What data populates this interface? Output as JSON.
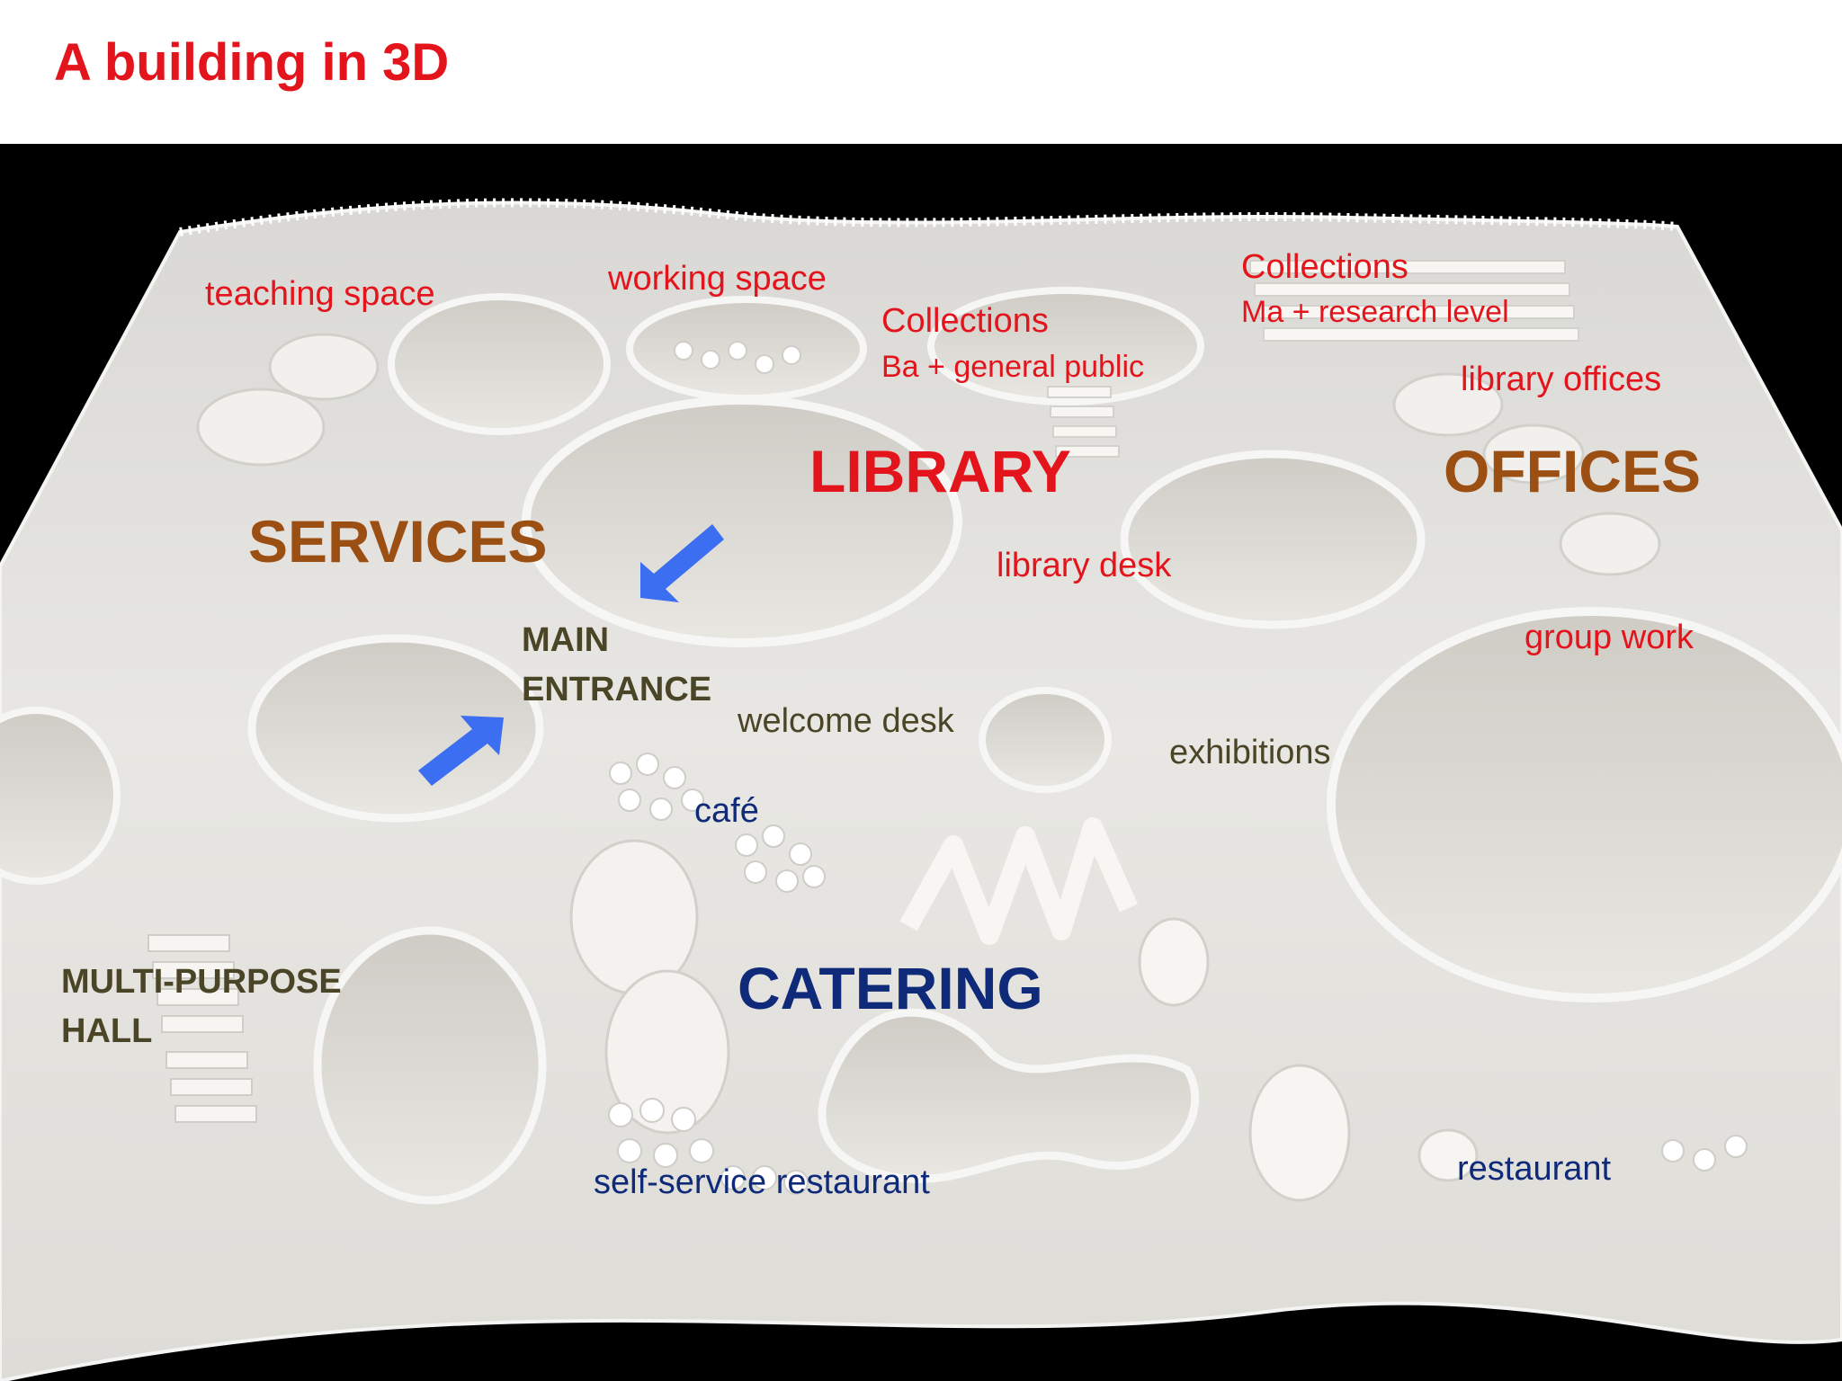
{
  "slide": {
    "title": "A building in 3D"
  },
  "labels": {
    "teaching_space": "teaching space",
    "working_space": "working space",
    "collections_ba": "Collections",
    "collections_ba_sub": "Ba + general public",
    "collections_ma": "Collections",
    "collections_ma_sub": "Ma + research level",
    "library_offices": "library offices",
    "library": "LIBRARY",
    "offices": "OFFICES",
    "services": "SERVICES",
    "library_desk": "library desk",
    "group_work": "group work",
    "main_entrance_1": "MAIN",
    "main_entrance_2": "ENTRANCE",
    "welcome_desk": "welcome desk",
    "exhibitions": "exhibitions",
    "cafe": "café",
    "catering": "CATERING",
    "multi_purpose_1": "MULTI-PURPOSE",
    "multi_purpose_2": "HALL",
    "self_service_restaurant": "self-service restaurant",
    "restaurant": "restaurant"
  },
  "colors": {
    "title_red": "#e3141b",
    "label_red": "#e3141b",
    "label_brown": "#9c4f12",
    "label_olive": "#4a4526",
    "label_navy": "#0f2a78",
    "arrow_blue": "#3b6ef0",
    "background_black": "#000000",
    "model_white": "#ecebe8"
  },
  "icons": [
    "arrow-down-left-icon",
    "arrow-up-right-icon"
  ]
}
